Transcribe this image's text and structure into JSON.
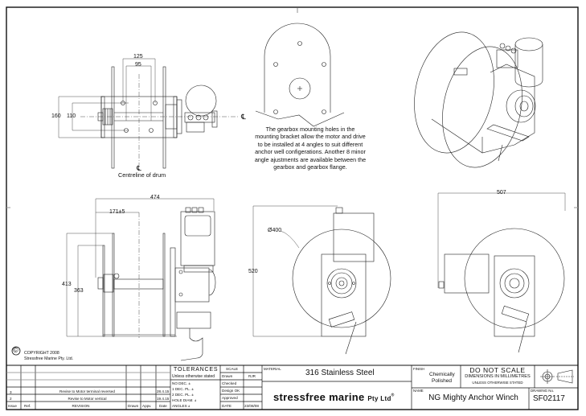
{
  "drawing": {
    "title": "NG Mighty Anchor Winch",
    "drawing_no_label": "DRAWING No.",
    "drawing_no": "SF02117",
    "name_label": "NAME",
    "material_label": "MATERIAL",
    "material": "316 Stainless Steel",
    "finish_label": "FINISH",
    "finish_line1": "Chemically",
    "finish_line2": "Polished",
    "do_not_scale": "DO NOT SCALE",
    "units_line1": "DIMENSIONS IN MILLIMETRES",
    "units_line2": "UNLESS OTHERWISE STATED",
    "projection_symbol": "third-angle-projection-icon"
  },
  "company": {
    "name": "stressfree marine",
    "suffix": "Pty Ltd",
    "registered": "®"
  },
  "copyright": {
    "symbol": "©",
    "line1": "COPYRIGHT 2008",
    "line2": "Stressfree Marine Pty. Ltd."
  },
  "tolerances": {
    "title": "TOLERANCES",
    "subtitle": "Unless otherwise stated",
    "rows": [
      "NO DEC. ±",
      "1 DEC. PL. ±",
      "2 DEC. PL. ±",
      "HOLE DIAM. ±",
      "ANGLES ±"
    ]
  },
  "approvals": {
    "scale_label": "SCALE",
    "scale_value": "",
    "drawn_label": "Drawn",
    "drawn_value": "RJR",
    "checked_label": "Checked",
    "design_ok_label": "Design OK",
    "approved_label": "Approved",
    "date_label": "DATE",
    "date_value": "23/08/08"
  },
  "revisions": {
    "headers": [
      "Issue",
      "Ref.",
      "REVISION",
      "Drawn",
      "Appv.",
      "Date"
    ],
    "rows": [
      {
        "issue": "",
        "ref": "",
        "revision": "",
        "drawn": "",
        "appv": "",
        "date": ""
      },
      {
        "issue": "",
        "ref": "",
        "revision": "",
        "drawn": "",
        "appv": "",
        "date": ""
      },
      {
        "issue": "",
        "ref": "",
        "revision": "",
        "drawn": "",
        "appv": "",
        "date": ""
      },
      {
        "issue": "3",
        "ref": "",
        "revision": "Revise to Motor terminal reversed",
        "drawn": "",
        "appv": "",
        "date": "28.4.15"
      },
      {
        "issue": "2",
        "ref": "",
        "revision": "Revise to Motor vertical",
        "drawn": "",
        "appv": "",
        "date": "19.4.15"
      }
    ]
  },
  "views": {
    "top": {
      "dims": [
        "125",
        "95",
        "160",
        "110"
      ],
      "centreline_symbol": "℄",
      "centreline_label": "Centreline of drum"
    },
    "bracket_note": "The gearbox mounting holes in the mounting bracket allow the motor and drive to be installed at 4 angles to suit different anchor well configerations. Another 8 minor angle ajustments are available between the gearbox and gearbox flange.",
    "side": {
      "dims": [
        "474",
        "171±5",
        "413",
        "363"
      ]
    },
    "front": {
      "dims": [
        "Ø400",
        "520"
      ]
    },
    "rear": {
      "dims": [
        "507"
      ]
    }
  }
}
